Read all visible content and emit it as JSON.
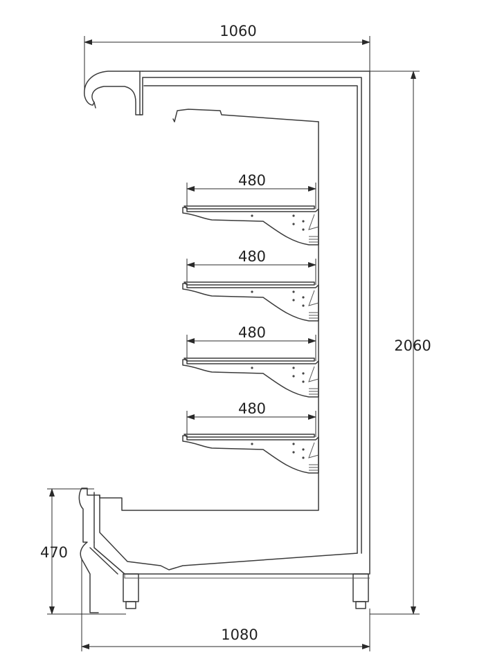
{
  "dimensions": {
    "top_width": "1060",
    "bottom_width": "1080",
    "total_height": "2060",
    "base_height": "470",
    "shelf_depth": "480"
  },
  "shelves": [
    {
      "label": "480"
    },
    {
      "label": "480"
    },
    {
      "label": "480"
    },
    {
      "label": "480"
    }
  ]
}
